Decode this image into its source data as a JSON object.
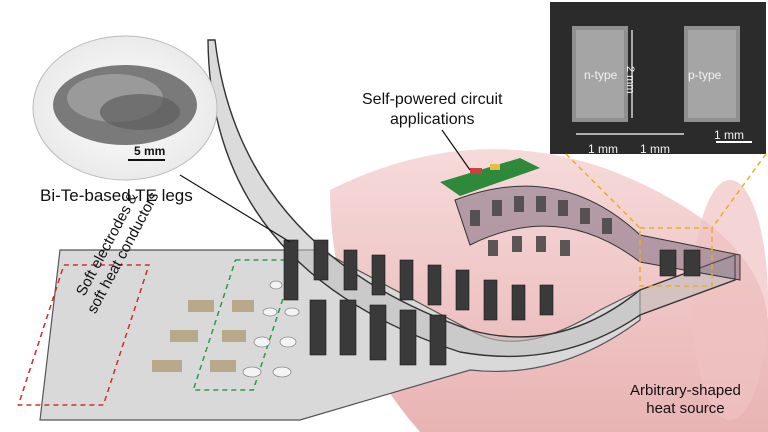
{
  "labels": {
    "te_legs": "Bi-Te-based TE legs",
    "circuit_line1": "Self-powered circuit",
    "circuit_line2": "applications",
    "heat_line1": "Arbitrary-shaped",
    "heat_line2": "heat source",
    "soft_line1": "Soft electrodes &",
    "soft_line2": "soft heat conductors",
    "scale_5mm": "5 mm"
  },
  "inset": {
    "n_type": "n-type",
    "p_type": "p-type",
    "height": "2 mm",
    "gap1": "1 mm",
    "gap2": "1 mm",
    "scale": "1 mm"
  },
  "colors": {
    "heat_source": "#f2c9c9",
    "red_dash": "#d03030",
    "green_dash": "#2f9e4a",
    "inset_dash": "#e8b020",
    "legs": "#3a3a3a"
  }
}
